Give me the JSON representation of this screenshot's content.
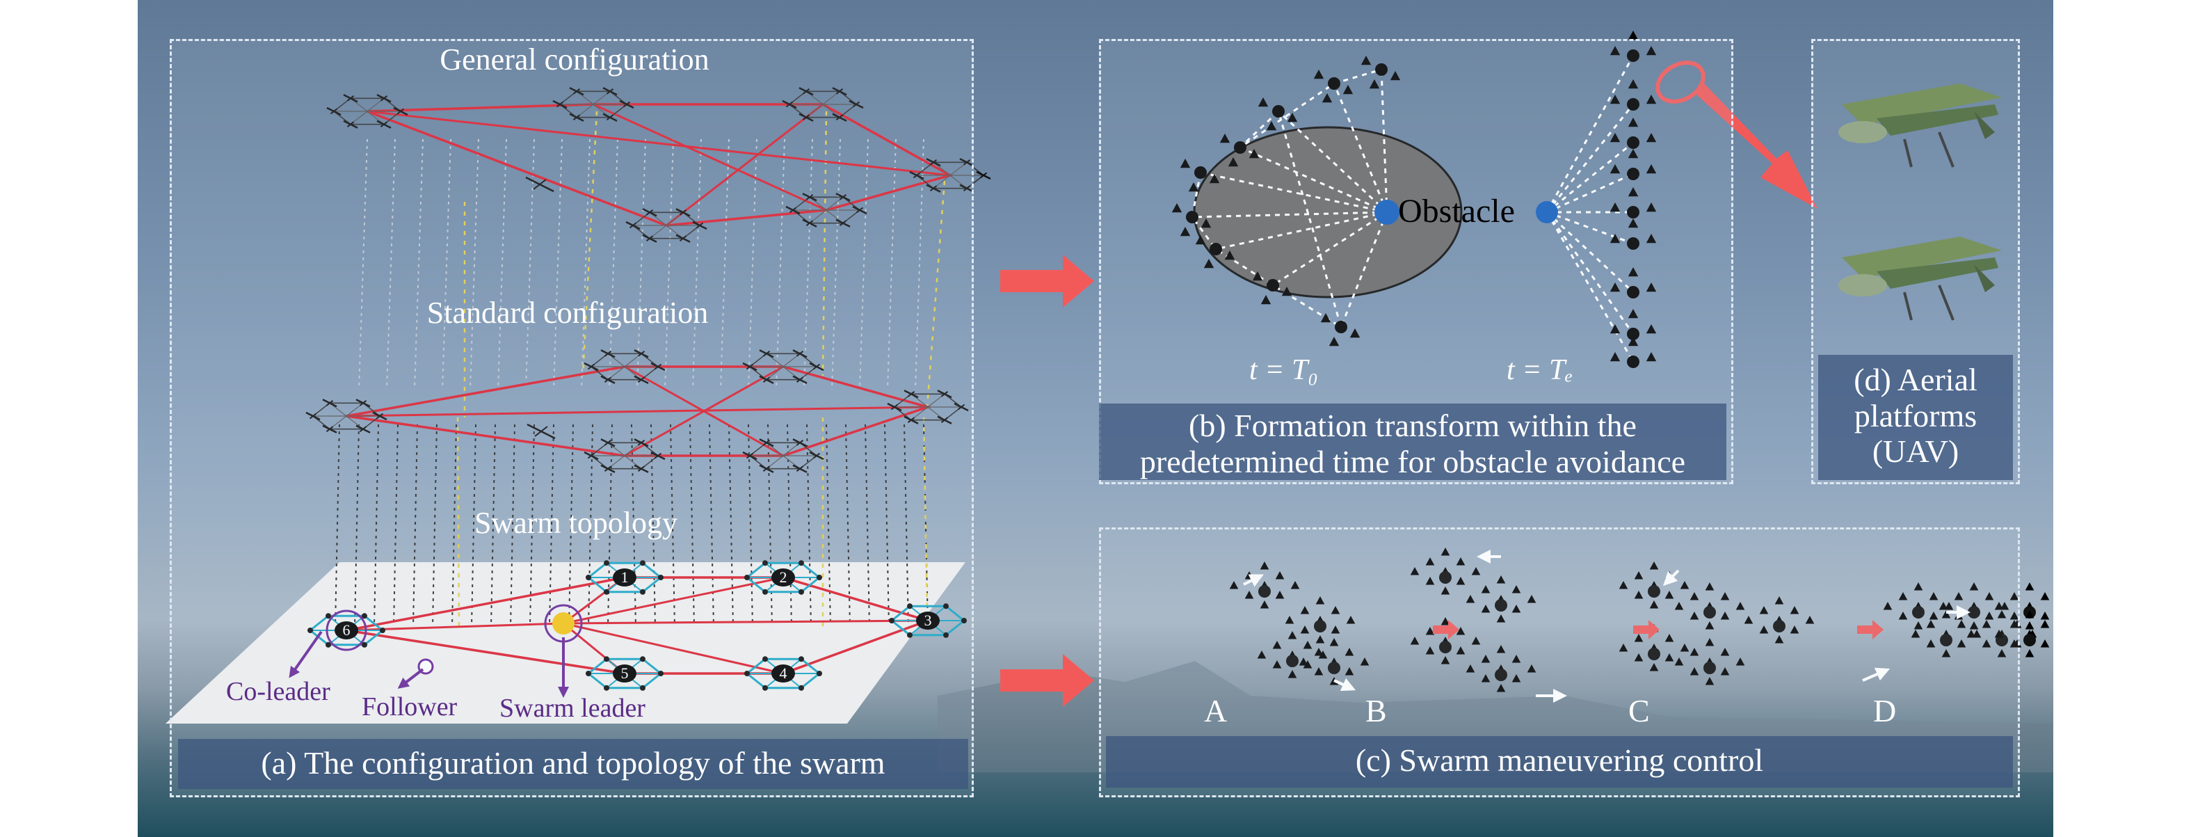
{
  "panels": {
    "a": {
      "general_label": "General configuration",
      "standard_label": "Standard configuration",
      "topology_label": "Swarm topology",
      "node_ids": [
        "1",
        "2",
        "3",
        "4",
        "5",
        "6"
      ],
      "roles": {
        "co_leader": "Co-leader",
        "follower": "Follower",
        "swarm_leader": "Swarm leader"
      },
      "caption": "(a) The configuration and topology of the swarm"
    },
    "b": {
      "obstacle_label": "Obstacle",
      "time_start": "t = T₀",
      "time_end": "t = Tₑ",
      "caption_line1": "(b) Formation transform within the",
      "caption_line2": "predetermined time for obstacle avoidance"
    },
    "c": {
      "stages": [
        "A",
        "B",
        "C",
        "D"
      ],
      "caption": "(c) Swarm maneuvering control"
    },
    "d": {
      "caption_line1": "(d) Aerial",
      "caption_line2": "platforms",
      "caption_line3": "(UAV)"
    }
  },
  "colors": {
    "formation_link": "#e02030",
    "topology_link": "#1aa7c7",
    "leader_fill": "#f5c518",
    "role_arrow": "#6a2a9a",
    "flow_arrow": "#f25a5a",
    "obstacle_fill": "#6b6b6b",
    "obstacle_center": "#1560c0"
  },
  "icons": [
    "uav-icon",
    "obstacle-ellipse",
    "triangle-agent-icon",
    "flow-arrow-icon"
  ]
}
